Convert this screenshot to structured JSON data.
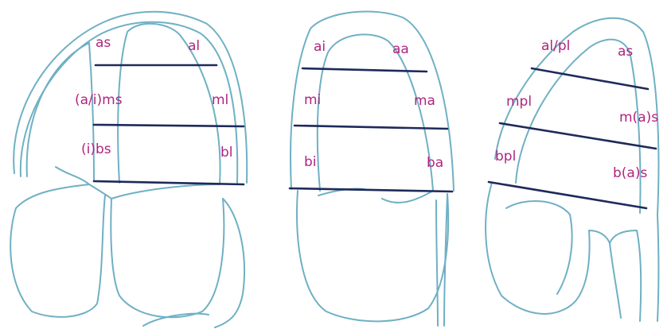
{
  "colors": {
    "outline": "#6fb0c4",
    "segment_line": "#1e2a5a",
    "label": "#b0247f",
    "background": "#ffffff"
  },
  "views": [
    {
      "name": "view-1",
      "labels": [
        "as",
        "al",
        "(a/i)ms",
        "ml",
        "(i)bs",
        "bl"
      ]
    },
    {
      "name": "view-2",
      "labels": [
        "ai",
        "aa",
        "mi",
        "ma",
        "bi",
        "ba"
      ]
    },
    {
      "name": "view-3",
      "labels": [
        "al/pl",
        "as",
        "mpl",
        "m(a)s",
        "bpl",
        "b(a)s"
      ]
    }
  ]
}
